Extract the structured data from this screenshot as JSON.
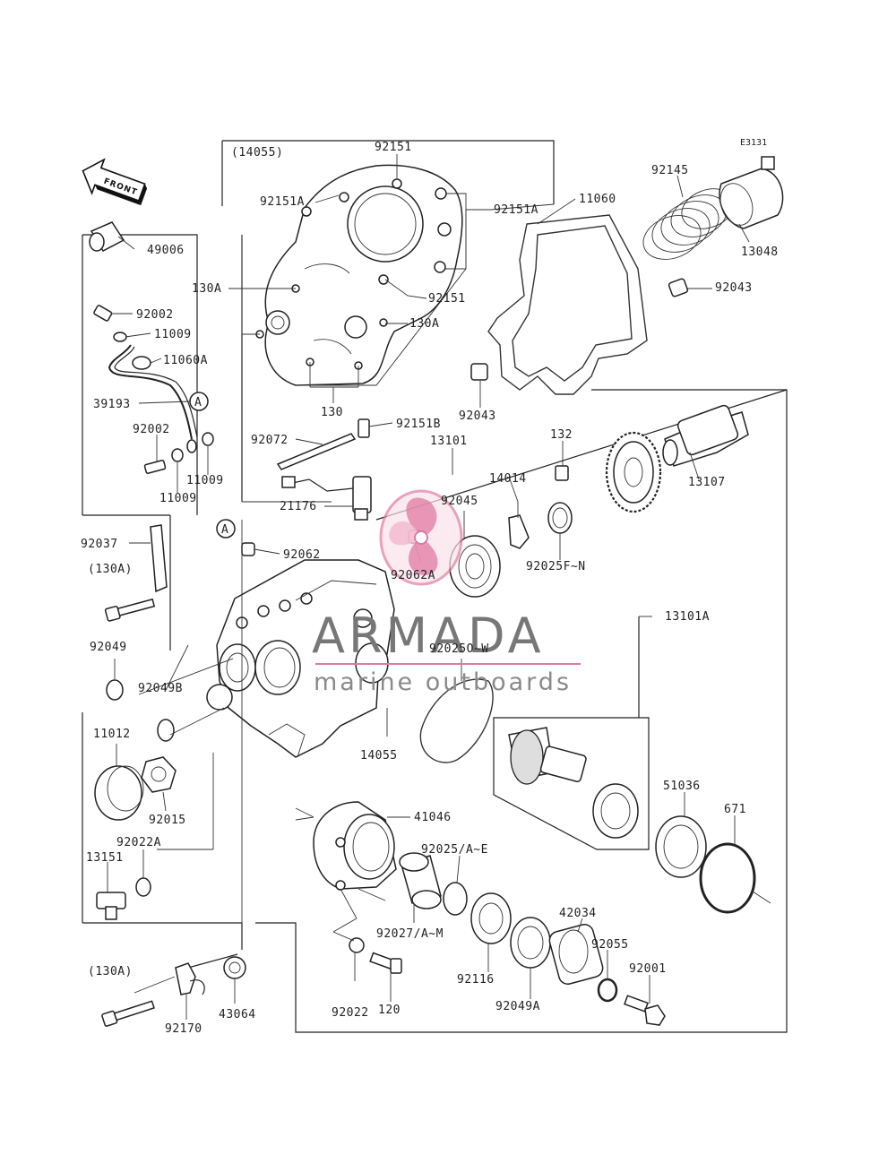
{
  "diagram": {
    "code": "E3131",
    "front_label": "FRONT",
    "group_label": "(14055)",
    "bolt_ref_top": "(130A)",
    "bolt_ref_bottom": "(130A)",
    "callout_a1": "A",
    "callout_a2": "A",
    "brand_colors": {
      "pink": "#e07aa0",
      "pink_light": "#f1b8cd",
      "gray": "#777777"
    }
  },
  "watermark": {
    "brand": "ARMADA",
    "tagline": "marine outboards"
  },
  "parts": {
    "p92151_top": "92151",
    "p92151A_left": "92151A",
    "p92151A_right": "92151A",
    "p92151_mid": "92151",
    "p130A_left": "130A",
    "p130A_right": "130A",
    "p130": "130",
    "p49006": "49006",
    "p92002_a": "92002",
    "p11009_a": "11009",
    "p11060A": "11060A",
    "p39193": "39193",
    "p92002_b": "92002",
    "p11009_b": "11009",
    "p11009_c": "11009",
    "p11060": "11060",
    "p92145": "92145",
    "p13048": "13048",
    "p92043_a": "92043",
    "p92043_b": "92043",
    "p92151B": "92151B",
    "p92072": "92072",
    "p13101": "13101",
    "p132": "132",
    "p13107": "13107",
    "p14014": "14014",
    "p92045": "92045",
    "p21176": "21176",
    "p92062": "92062",
    "p92062A": "92062A",
    "p92025FN": "92025F~N",
    "p92037": "92037",
    "p13101A": "13101A",
    "p92049": "92049",
    "p92025OW": "92025O~W",
    "p92049B": "92049B",
    "p11012": "11012",
    "p14055": "14055",
    "p92015": "92015",
    "p51036": "51036",
    "p671": "671",
    "p41046": "41046",
    "p92022A": "92022A",
    "p13151": "13151",
    "p92025AE": "92025/A~E",
    "p92027AM": "92027/A~M",
    "p42034": "42034",
    "p92055": "92055",
    "p92116": "92116",
    "p92001": "92001",
    "p43064": "43064",
    "p92022": "92022",
    "p120": "120",
    "p92170": "92170",
    "p92049A": "92049A"
  }
}
